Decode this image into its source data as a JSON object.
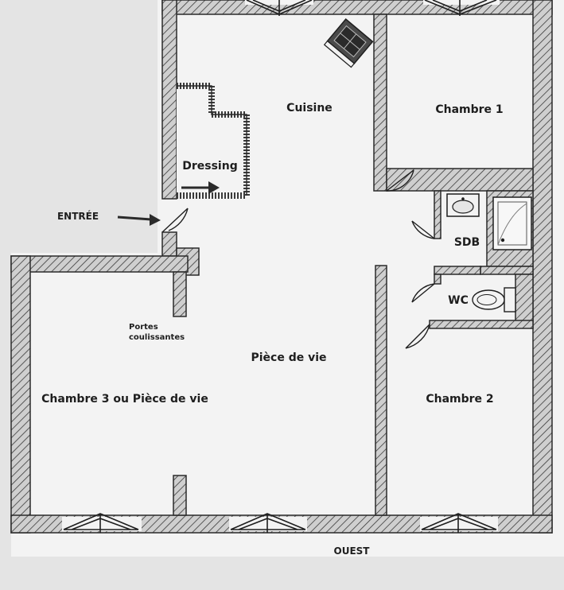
{
  "rooms": {
    "cuisine": "Cuisine",
    "chambre1": "Chambre 1",
    "dressing": "Dressing",
    "sdb": "SDB",
    "wc": "WC",
    "piece_de_vie": "Pièce de vie",
    "chambre2": "Chambre 2",
    "chambre3": "Chambre 3 ou Pièce de vie"
  },
  "annotations": {
    "entree": "ENTRÉE",
    "portes_line1": "Portes",
    "portes_line2": "coulissantes",
    "orientation": "OUEST"
  },
  "colors": {
    "paper": "#f3f3f3",
    "background": "#e4e4e4",
    "wall_fill": "#cfcfcf",
    "wall_line": "#2a2a2a",
    "text": "#1e1e1e"
  }
}
